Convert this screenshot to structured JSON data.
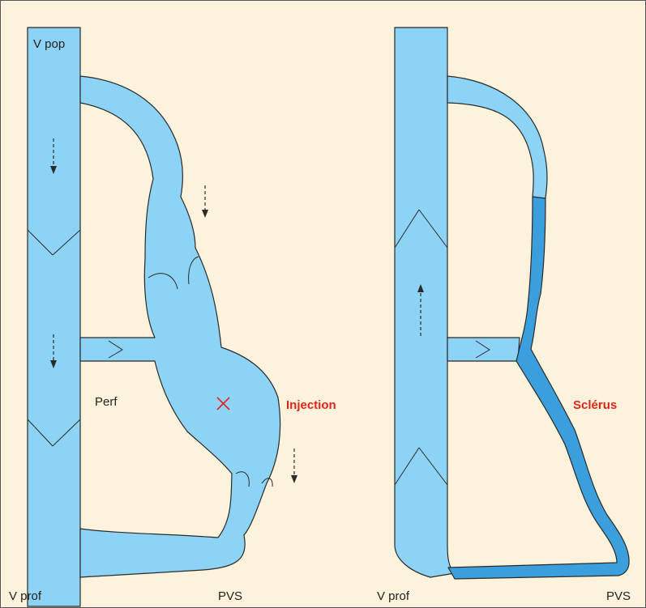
{
  "colors": {
    "background": "#fdf3dc",
    "vein": "#8dd3f6",
    "sclerosed_vein": "#3a9fdc",
    "outline": "#2a2a2a",
    "accent_red": "#e2231a"
  },
  "left_panel": {
    "label_top": "V pop",
    "label_perforator": "Perf",
    "label_bottom_left": "V prof",
    "label_bottom_right": "PVS",
    "annotation": "Injection",
    "marker_icon": "cross-icon"
  },
  "right_panel": {
    "label_bottom_left": "V prof",
    "label_bottom_right": "PVS",
    "annotation": "Sclérus"
  }
}
